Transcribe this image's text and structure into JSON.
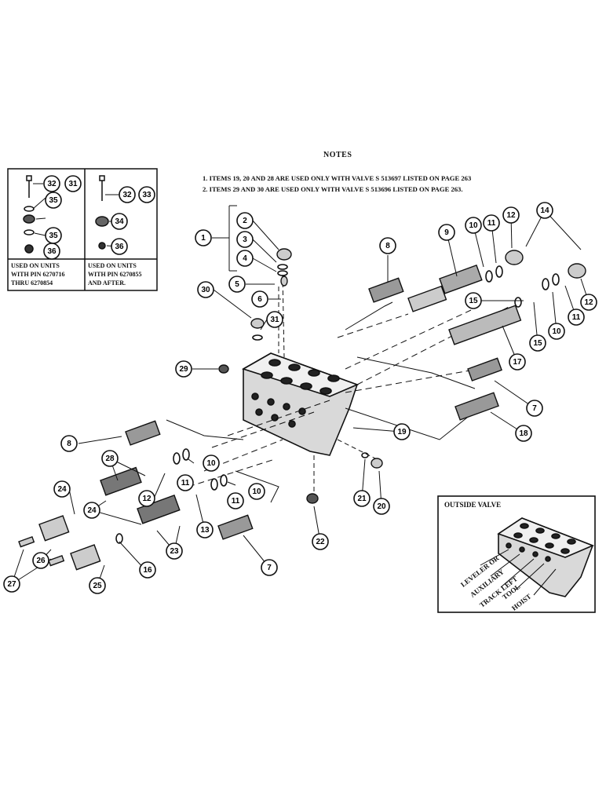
{
  "notes": {
    "title": "NOTES",
    "items": [
      "1. ITEMS 19, 20 AND 28 ARE USED ONLY WITH VALVE S 513697 LISTED ON PAGE 263",
      "2. ITEMS 29 AND 30 ARE USED ONLY WITH VALVE S 513696 LISTED ON PAGE 263."
    ]
  },
  "inset": {
    "left_label": "USED ON UNITS\nWITH PIN 6270716\nTHRU 6270854",
    "right_label": "USED ON UNITS\nWITH PIN 6270855\nAND AFTER."
  },
  "outside_valve": {
    "title": "OUTSIDE VALVE",
    "labels": [
      "LEVELER OR",
      "AUXILIARY",
      "TRACK LEFT",
      "TOOL",
      "HOIST"
    ]
  },
  "callouts": [
    "1",
    "2",
    "3",
    "4",
    "5",
    "6",
    "7",
    "7",
    "8",
    "8",
    "9",
    "10",
    "10",
    "10",
    "10",
    "11",
    "11",
    "11",
    "11",
    "12",
    "12",
    "12",
    "13",
    "14",
    "15",
    "15",
    "16",
    "17",
    "18",
    "19",
    "20",
    "21",
    "22",
    "23",
    "24",
    "24",
    "25",
    "26",
    "27",
    "28",
    "29",
    "30",
    "31",
    "32",
    "31",
    "32",
    "33",
    "34",
    "35",
    "35",
    "36",
    "36"
  ]
}
